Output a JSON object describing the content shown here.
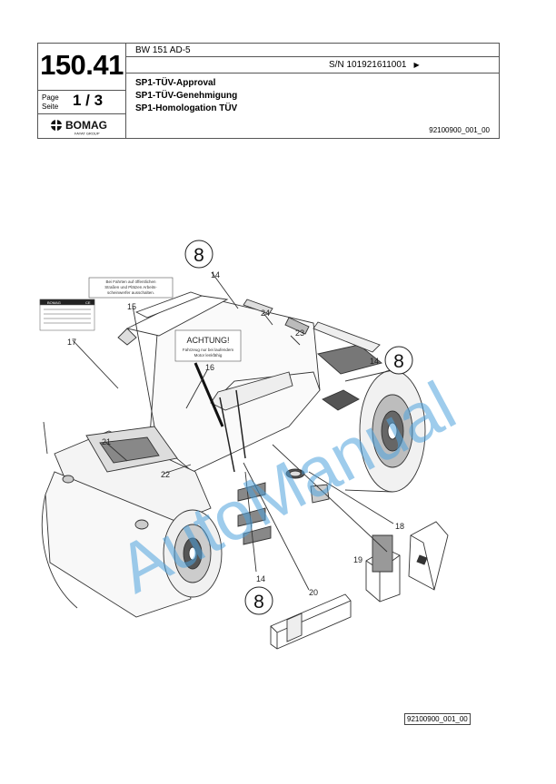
{
  "header": {
    "chapter": "150.41",
    "model": "BW 151 AD-5",
    "serial": "S/N 101921611001",
    "serial_arrow": "▶",
    "titles": [
      "SP1-TÜV-Approval",
      "SP1-TÜV-Genehmigung",
      "SP1-Homologation TÜV"
    ],
    "page_label_en": "Page",
    "page_label_de": "Seite",
    "page": "1 / 3",
    "doc_id": "92100900_001_00",
    "logo_text": "BOMAG",
    "logo_sub": "FAYAT GROUP"
  },
  "drawing": {
    "callouts": [
      "8",
      "8",
      "8",
      "14",
      "14",
      "14",
      "15",
      "16",
      "17",
      "18",
      "19",
      "20",
      "21",
      "22",
      "23",
      "24"
    ],
    "sign_warning_title": "ACHTUNG!",
    "sign_warning_text_1": "Fahrzeug nur bei laufendem",
    "sign_warning_text_2": "Motor lenkfähig",
    "sign_road_text_1": "Bei Fahrten auf öffentlichen",
    "sign_road_text_2": "Straßen und Plätzen Arbeits-",
    "sign_road_text_3": "scheinwerfer ausschalten.",
    "plate_brand": "BOMAG",
    "plate_code": "CE",
    "watermark": "AutoManual"
  },
  "footer": {
    "image_id": "92100900_001_00"
  }
}
